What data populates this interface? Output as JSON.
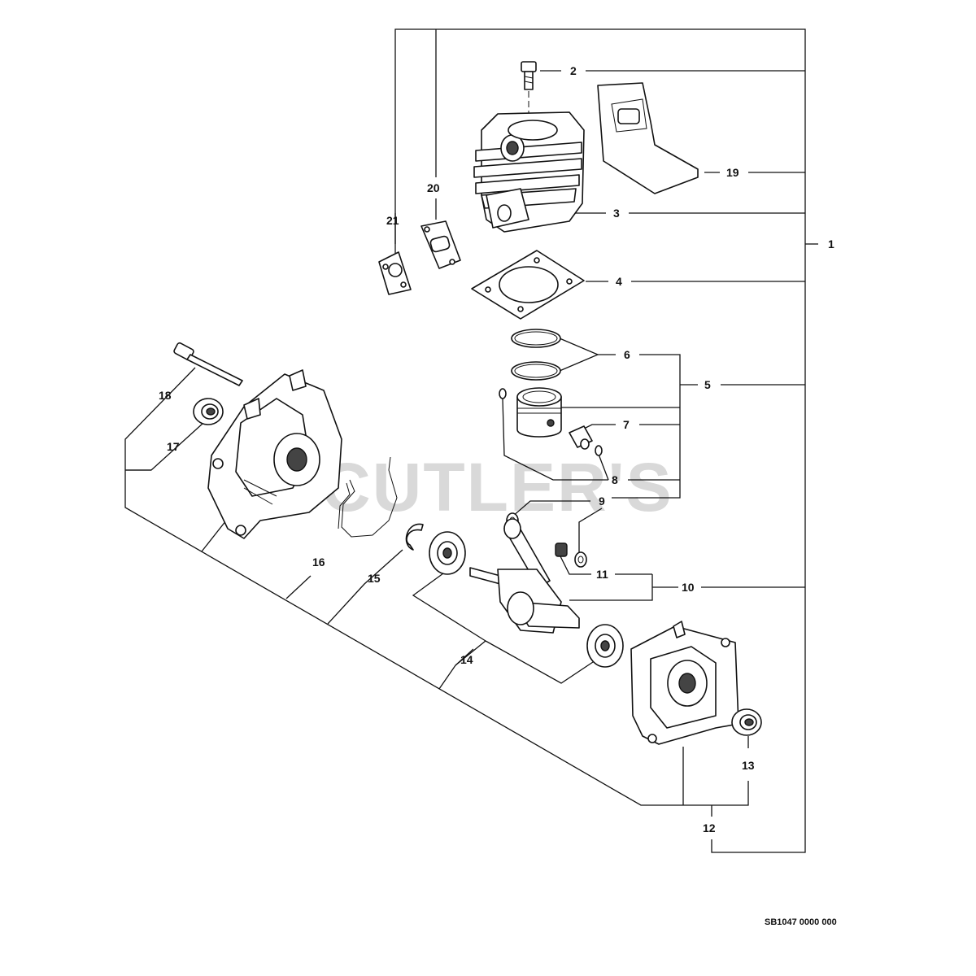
{
  "watermark": "CUTLER'S",
  "drawing_code": "SB1047 0000 000",
  "callouts": {
    "c1": "1",
    "c2": "2",
    "c3": "3",
    "c4": "4",
    "c5": "5",
    "c6": "6",
    "c7": "7",
    "c8": "8",
    "c9": "9",
    "c10": "10",
    "c11": "11",
    "c12": "12",
    "c13": "13",
    "c14": "14",
    "c15": "15",
    "c16": "16",
    "c17": "17",
    "c18": "18",
    "c19": "19",
    "c20": "20",
    "c21": "21"
  }
}
